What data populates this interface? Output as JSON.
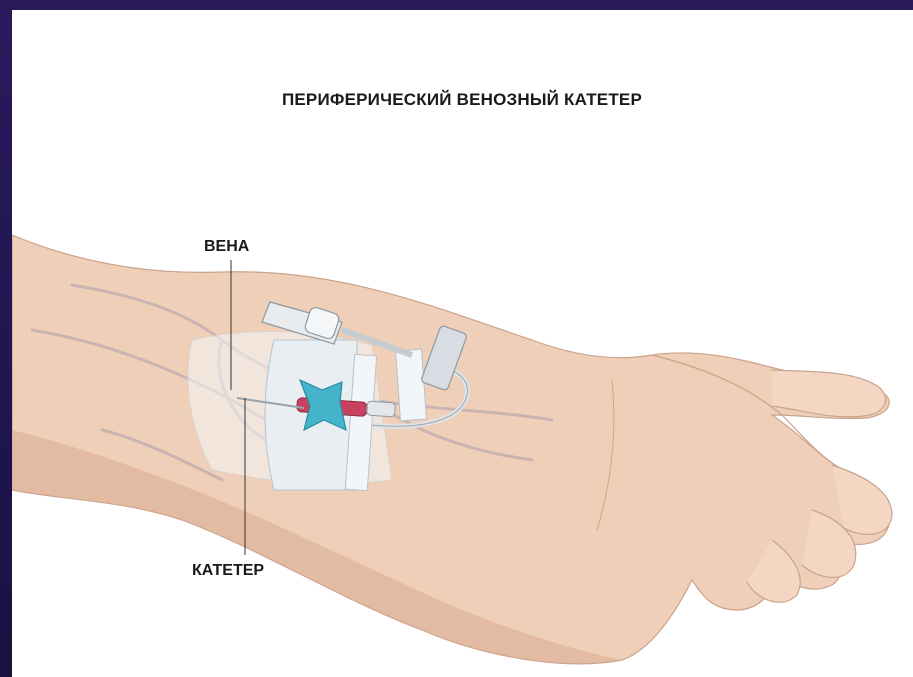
{
  "diagram": {
    "title": "ПЕРИФЕРИЧЕСКИЙ ВЕНОЗНЫЙ КАТЕТЕР",
    "labels": {
      "vein": "ВЕНА",
      "catheter": "КАТЕТЕР"
    }
  },
  "colors": {
    "background": "#23185a",
    "skin": "#efcfb8",
    "skin_shadow": "#d9a98f",
    "vein": "#b9a9b0",
    "dressing": "#e9eef3",
    "wing": "#45b3c9",
    "hub": "#c9415e"
  }
}
